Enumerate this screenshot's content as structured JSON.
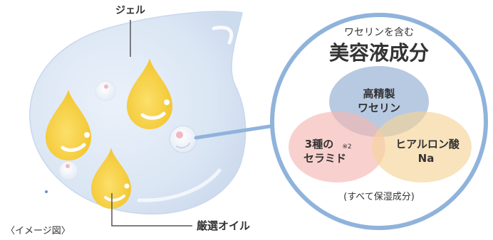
{
  "labels": {
    "gel": "ジェル",
    "selected_oil": "厳選オイル",
    "image_note": "〈イメージ図〉"
  },
  "panel": {
    "subtitle": "ワセリンを含む",
    "title": "美容液成分",
    "note": "(すべて保湿成分)",
    "circles": [
      {
        "line1": "高精製",
        "line2": "ワセリン",
        "color": "#9fb8d8"
      },
      {
        "line1": "3種の",
        "sup": "※2",
        "line2": "セラミド",
        "color": "#f4b9b3"
      },
      {
        "line1": "ヒアルロン酸",
        "line2": "Na",
        "color": "#f6d49a"
      }
    ]
  },
  "colors": {
    "gel_fill": "#dfe9f6",
    "drop_fill": "#f7cf3d",
    "ring": "#8fb3db",
    "text": "#333333"
  }
}
